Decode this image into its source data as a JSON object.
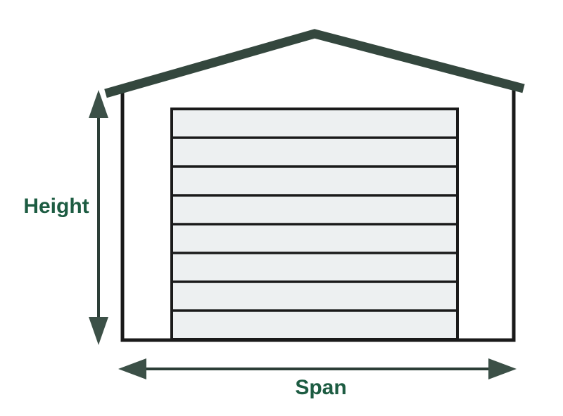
{
  "diagram": {
    "type": "garage-dimension-diagram",
    "labels": {
      "height": "Height",
      "span": "Span"
    },
    "door": {
      "panel_count": 8
    },
    "colors": {
      "background": "#ffffff",
      "roof": "#34473e",
      "arrow_shaft": "#2c3e37",
      "arrowhead": "#3c5047",
      "label_text": "#1d5c42",
      "door_fill": "#edf0f1",
      "outline": "#1a1a1a"
    }
  }
}
